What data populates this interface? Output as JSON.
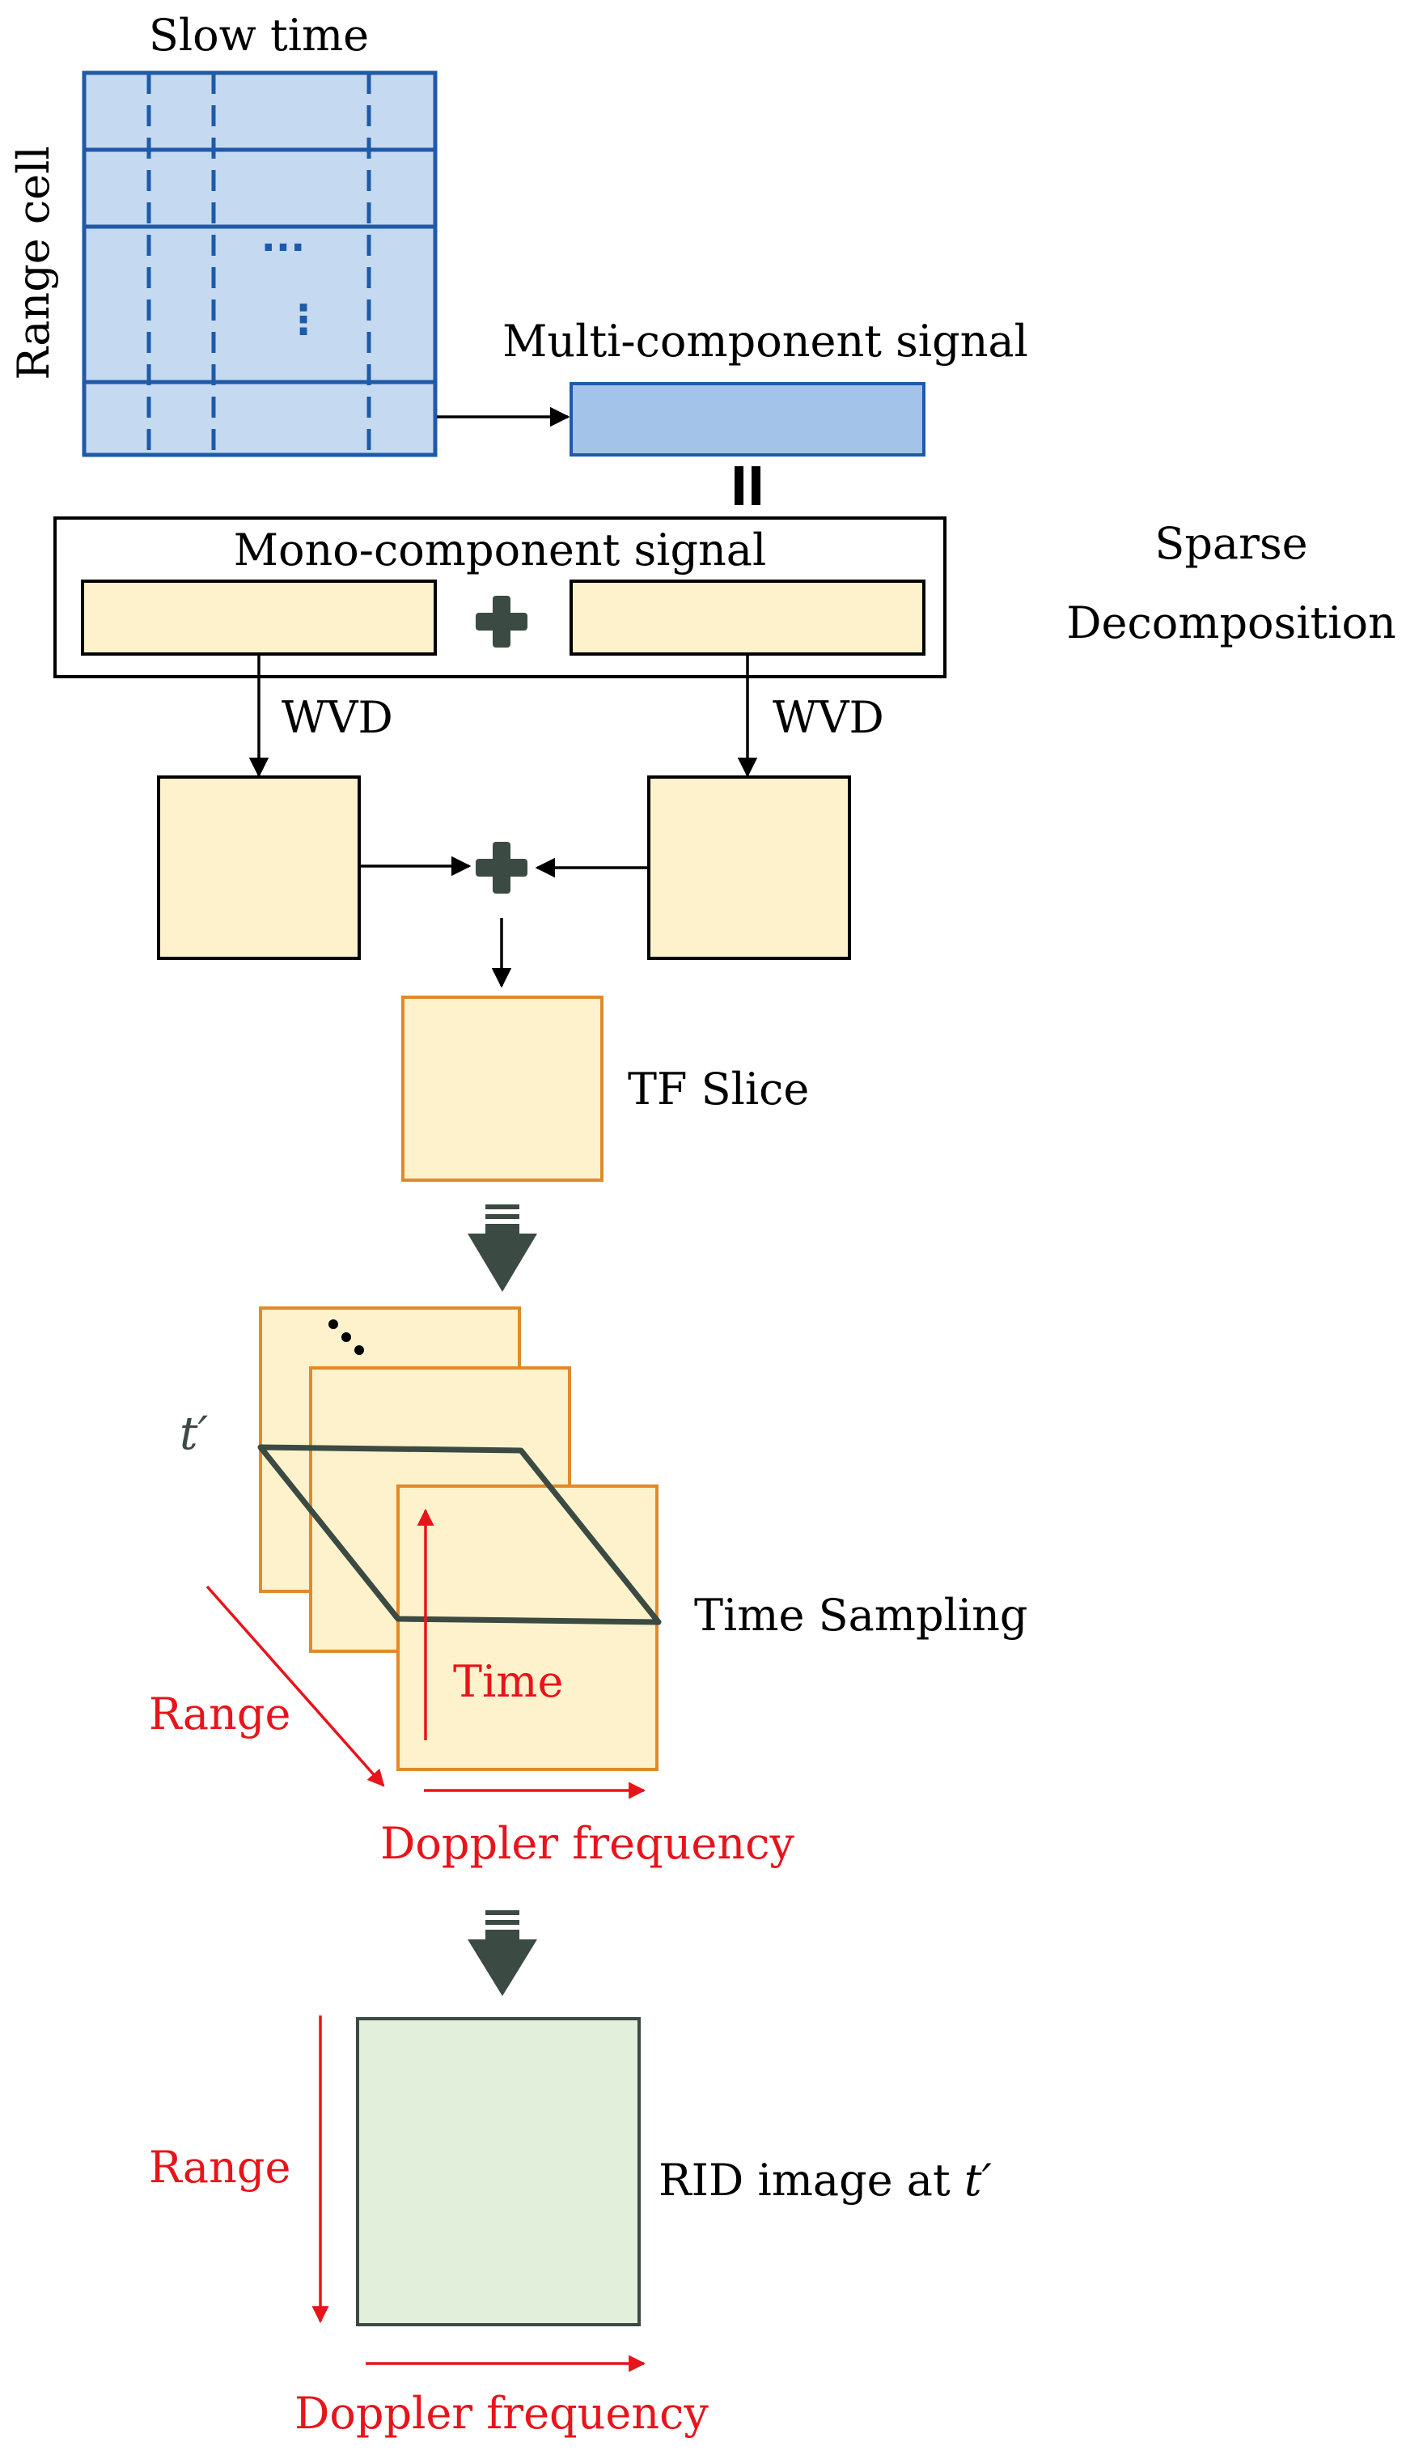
{
  "labels": {
    "slow_time": "Slow time",
    "range_cell": "Range cell",
    "matrix_h_dots": "···",
    "matrix_v_dots": "⋮",
    "multi_component_signal": "Multi-component signal",
    "mono_component_signal": "Mono-component signal",
    "sparse_line1": "Sparse",
    "sparse_line2": "Decomposition",
    "wvd_left": "WVD",
    "wvd_right": "WVD",
    "tf_slice": "TF Slice",
    "t_prime": "t′",
    "time_sampling": "Time Sampling",
    "time": "Time",
    "range_1": "Range",
    "doppler_1": "Doppler frequency",
    "rid_image_prefix": "RID image at ",
    "rid_image_var": "t′",
    "range_2": "Range",
    "doppler_2": "Doppler frequency"
  },
  "colors": {
    "matrix_fill": "#c5d9f1",
    "matrix_line": "#1f5aa8",
    "multi_fill": "#a3c4e8",
    "mono_fill": "#fef2cc",
    "tf_border": "#e08a2a",
    "rid_fill": "#e2efda",
    "dark": "#3b4a42",
    "red": "#e8141b"
  }
}
